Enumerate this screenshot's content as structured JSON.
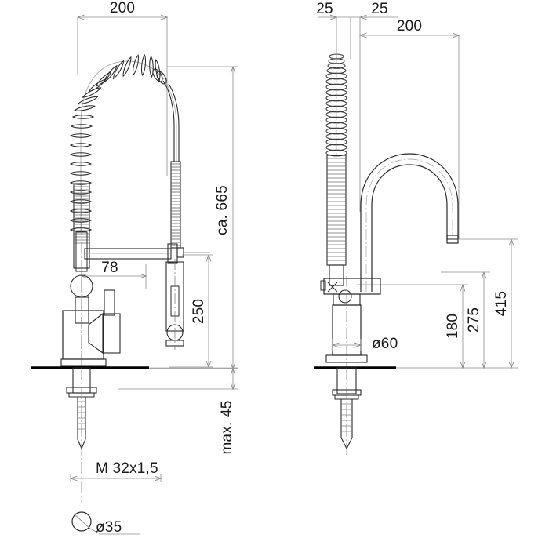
{
  "drawing": {
    "title": "Pre-rinse spray kitchen faucet – dimensional drawing",
    "type": "technical-dimensional-drawing",
    "units": "mm",
    "line_color": "#1a1a1a",
    "thin_line_color": "#8c8c8c",
    "surface_line_color": "#000000",
    "background": "#ffffff",
    "views": [
      {
        "id": "side-view",
        "name": "side-elevation",
        "position": "left"
      },
      {
        "id": "front-view",
        "name": "front-elevation",
        "position": "right"
      }
    ]
  },
  "side_view": {
    "dimensions": {
      "width_top": "200",
      "spout_reach": "78",
      "spray_head_height": "250",
      "overall_height": "ca. 665",
      "counter_thickness": "max. 45",
      "thread": "M 32x1,5",
      "hole_diameter": "ø35"
    }
  },
  "front_view": {
    "dimensions": {
      "offset_left": "25",
      "offset_right": "25",
      "spout_reach": "200",
      "base_diameter": "ø60",
      "swivel_height": "180",
      "spout_height": "275",
      "overall_spout_height": "415"
    }
  },
  "labels": {
    "d200_left": "200",
    "d78": "78",
    "d250": "250",
    "d665": "ca. 665",
    "d45": "max. 45",
    "thread": "M 32x1,5",
    "d35": "ø35",
    "d25_a": "25",
    "d25_b": "25",
    "d200_right": "200",
    "d60": "ø60",
    "d180": "180",
    "d275": "275",
    "d415": "415"
  }
}
